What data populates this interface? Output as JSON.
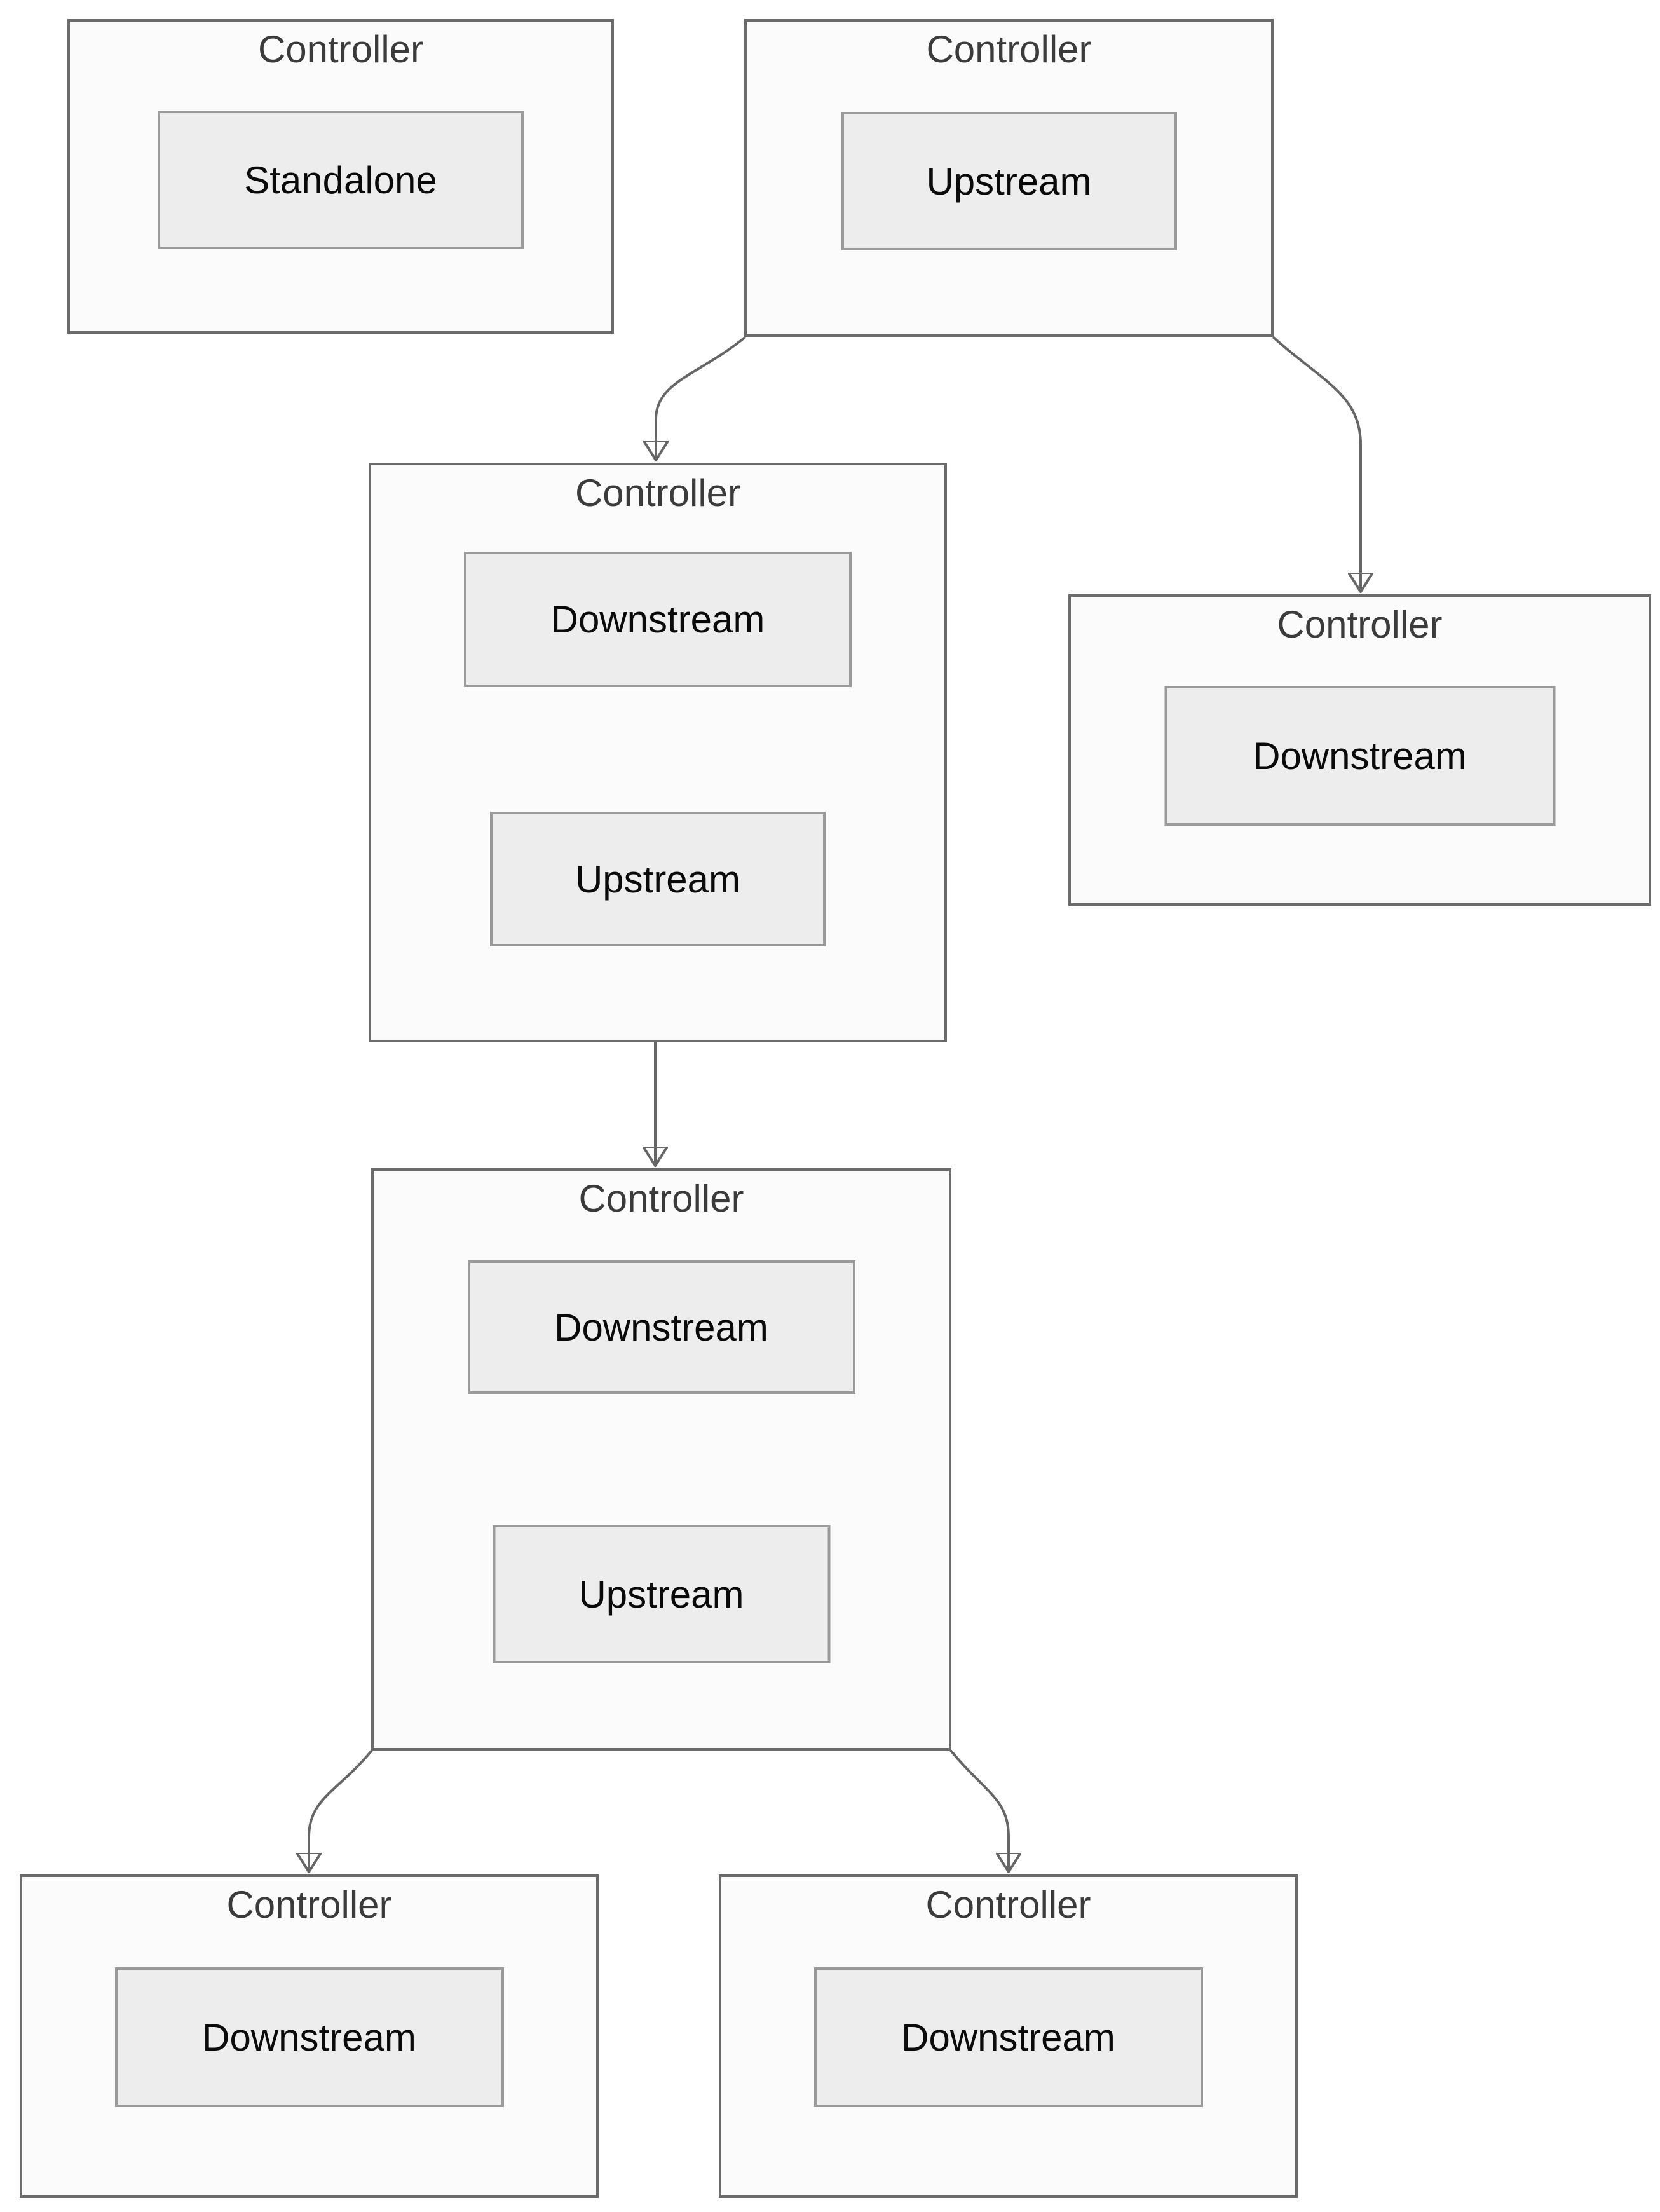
{
  "diagram": {
    "type": "flow-diagram",
    "description": "Controller hierarchy diagram with Standalone, Upstream and Downstream roles"
  },
  "colors": {
    "page-bg": "#ffffff",
    "outer-fill": "#fbfbfb",
    "outer-border": "#6b6b6b",
    "inner-fill": "#ededed",
    "inner-border": "#9a9a9a",
    "title-color": "#3b3b3b",
    "label-color": "#0a0a0a",
    "arrow-color": "#666666"
  },
  "nodes": [
    {
      "id": "controller-standalone",
      "title": "Controller",
      "children": [
        {
          "label": "Standalone"
        }
      ]
    },
    {
      "id": "controller-upstream-root",
      "title": "Controller",
      "children": [
        {
          "label": "Upstream"
        }
      ]
    },
    {
      "id": "controller-mid",
      "title": "Controller",
      "children": [
        {
          "label": "Downstream"
        },
        {
          "label": "Upstream"
        }
      ]
    },
    {
      "id": "controller-right",
      "title": "Controller",
      "children": [
        {
          "label": "Downstream"
        }
      ]
    },
    {
      "id": "controller-lower",
      "title": "Controller",
      "children": [
        {
          "label": "Downstream"
        },
        {
          "label": "Upstream"
        }
      ]
    },
    {
      "id": "controller-bottom-left",
      "title": "Controller",
      "children": [
        {
          "label": "Downstream"
        }
      ]
    },
    {
      "id": "controller-bottom-right",
      "title": "Controller",
      "children": [
        {
          "label": "Downstream"
        }
      ]
    }
  ],
  "edges": [
    {
      "from": "controller-upstream-root",
      "to": "controller-mid"
    },
    {
      "from": "controller-upstream-root",
      "to": "controller-right"
    },
    {
      "from": "controller-mid",
      "to": "controller-lower"
    },
    {
      "from": "controller-lower",
      "to": "controller-bottom-left"
    },
    {
      "from": "controller-lower",
      "to": "controller-bottom-right"
    }
  ]
}
